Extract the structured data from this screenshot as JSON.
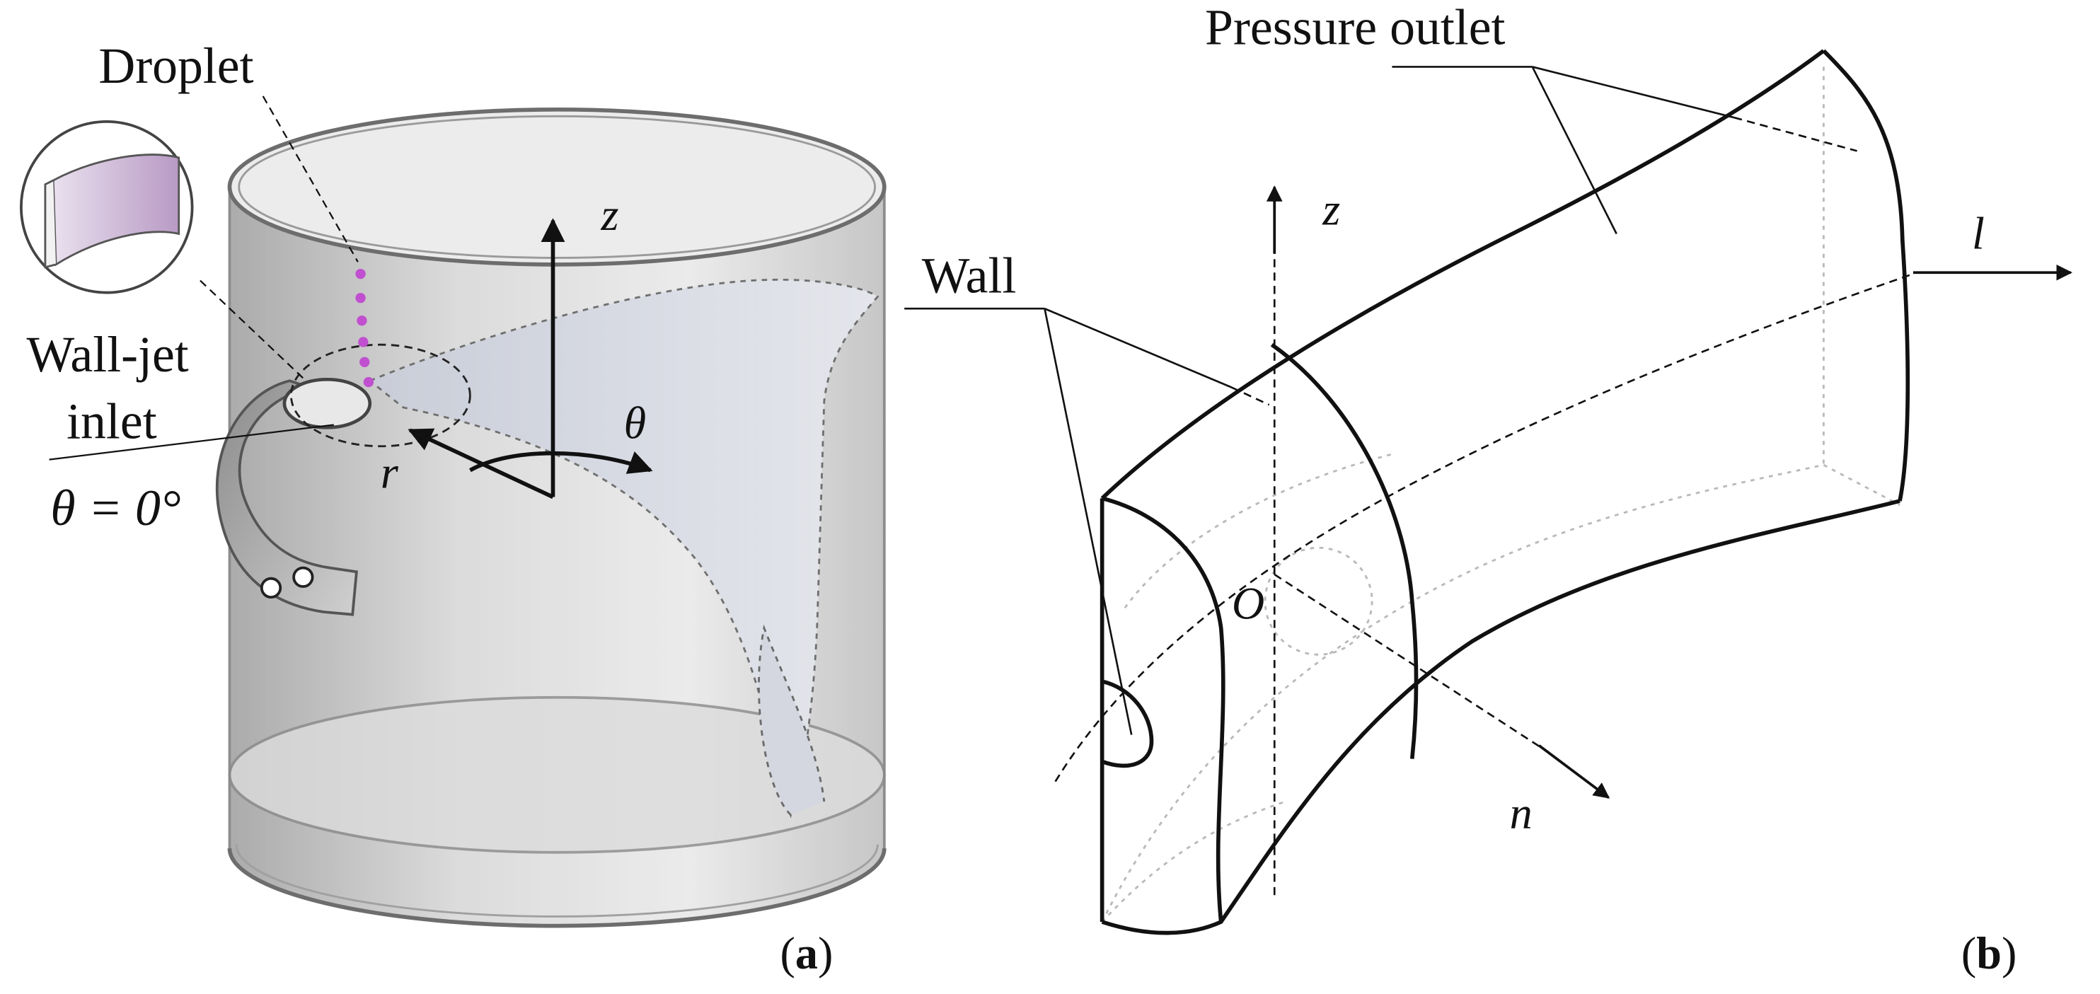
{
  "panel_a": {
    "label_open": "(",
    "label_letter": "a",
    "label_close": ")",
    "droplet_label": "Droplet",
    "inlet_label_line1": "Wall-jet",
    "inlet_label_line2": "inlet",
    "theta_zero": "θ = 0°",
    "axis_z": "z",
    "axis_r": "r",
    "axis_theta": "θ",
    "droplet_color": "#c050d0"
  },
  "panel_b": {
    "label_open": "(",
    "label_letter": "b",
    "label_close": ")",
    "pressure_outlet_label": "Pressure outlet",
    "wall_label": "Wall",
    "axis_z": "z",
    "axis_l": "l",
    "axis_n": "n",
    "origin": "O"
  }
}
